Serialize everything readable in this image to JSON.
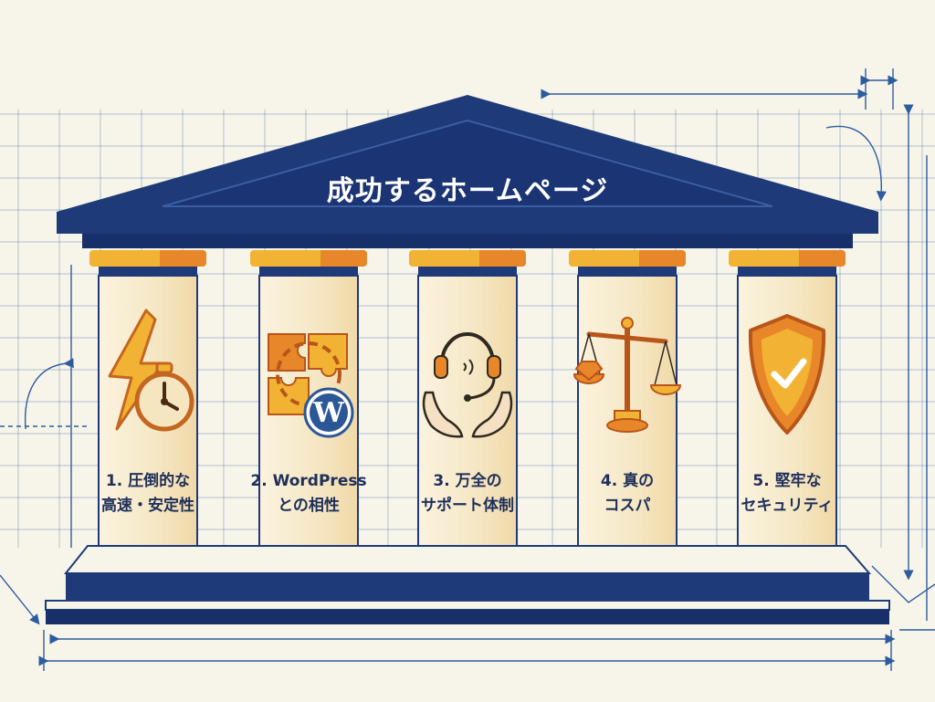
{
  "title": "成功するホームページ",
  "pillars": [
    {
      "line1": "1. 圧倒的な",
      "line2": "高速・安定性",
      "icon": "lightning-stopwatch-icon"
    },
    {
      "line1": "2. WordPress",
      "line2": "との相性",
      "icon": "puzzle-gear-wordpress-icon"
    },
    {
      "line1": "3. 万全の",
      "line2": "サポート体制",
      "icon": "headset-hands-icon"
    },
    {
      "line1": "4. 真の",
      "line2": "コスパ",
      "icon": "balance-scale-gem-icon"
    },
    {
      "line1": "5. 堅牢な",
      "line2": "セキュリティ",
      "icon": "shield-check-icon"
    }
  ],
  "colors": {
    "navy": "#1e3a78",
    "navy_dark": "#17306a",
    "gold": "#f2b233",
    "orange": "#e8862a",
    "cream": "#f7ecd2",
    "background": "#f7f5ea",
    "blueprint": "#2d5c9e"
  }
}
